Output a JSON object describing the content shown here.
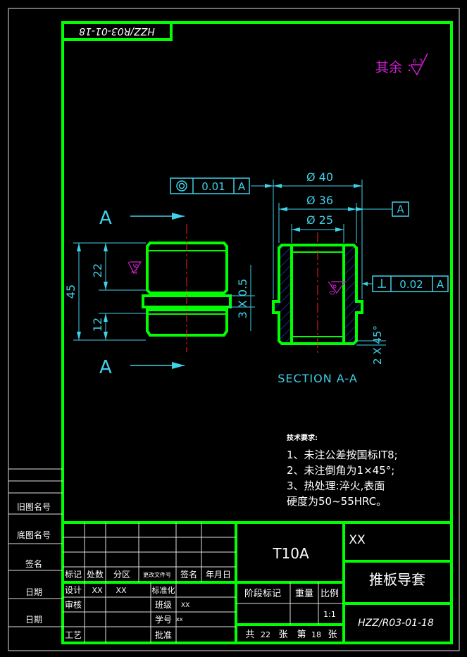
{
  "stamp": "HZZ/R03-01-18",
  "surface_note": {
    "prefix": "其余",
    "value": "6.3"
  },
  "colors": {
    "frame": "#00ff00",
    "dimension": "#40d0e8",
    "annotation": "#d020d0",
    "text": "#ffffff",
    "background": "#000000",
    "center_line": "#ff2020",
    "hatch": "#2030e0"
  },
  "left_view": {
    "section_mark": "A",
    "dims": {
      "overall": "45",
      "upper": "22",
      "lower": "12",
      "groove": "3 X 0.5"
    },
    "roughness": "1.6"
  },
  "right_view": {
    "dims": {
      "d40": "Ø 40",
      "d36": "Ø 36",
      "d25": "Ø 25",
      "chamfer": "2 X 45°"
    },
    "roughness": "0.8",
    "concentricity": {
      "symbol": "◎",
      "value": "0.01",
      "datum": "A"
    },
    "perpendicularity": {
      "symbol": "⊥",
      "value": "0.02",
      "datum": "A"
    },
    "datum_label": "A",
    "section_title": "SECTION A-A"
  },
  "tech": {
    "title": "技术要求:",
    "lines": [
      "1、未注公差按国标IT8;",
      "2、未注倒角为1×45°;",
      "3、热处理:淬火,表面",
      "硬度为50~55HRC。"
    ]
  },
  "side_labels": [
    "旧图名号",
    "底图名号",
    "签名",
    "日期",
    "日期"
  ],
  "title_block": {
    "material": "T10A",
    "org": "XX",
    "part_name": "推板导套",
    "drawing_no": "HZZ/R03-01-18",
    "revision_headers": [
      "标记",
      "处数",
      "分区",
      "更改文件号",
      "签名",
      "年月日"
    ],
    "design": {
      "label": "设计",
      "name": "XX",
      "date": "XX"
    },
    "review": "审核",
    "process": "工艺",
    "standard": "标准化",
    "class": {
      "label": "班级",
      "value": "XX"
    },
    "student_no": {
      "label": "学号",
      "value": "xx"
    },
    "approve": "批准",
    "stage": "阶段标记",
    "weight": "重量",
    "scale": {
      "label": "比例",
      "value": "1:1"
    },
    "sheets": {
      "total_label": "共",
      "total": "22",
      "unit": "张",
      "this_label": "第",
      "this": "18"
    }
  }
}
